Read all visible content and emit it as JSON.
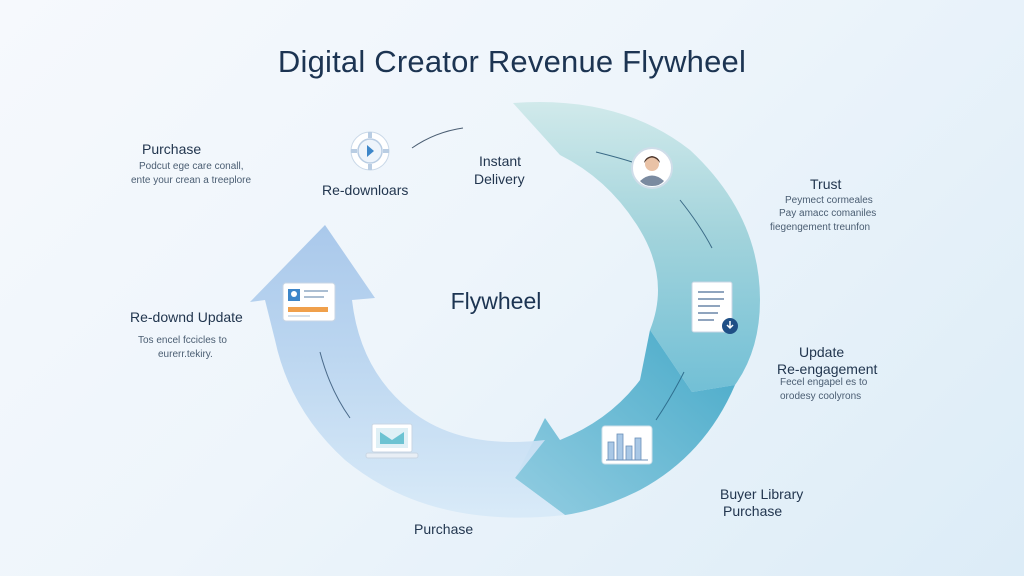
{
  "title": "Digital Creator Revenue Flywheel",
  "center_label": "Flywheel",
  "labels": {
    "purchase_top": "Purchase",
    "purchase_top_desc_1": "Podcut ege care conall,",
    "purchase_top_desc_2": "ente your crean a treeplore",
    "redownloads": "Re-downloars",
    "instant_delivery_1": "Instant",
    "instant_delivery_2": "Delivery",
    "trust": "Trust",
    "trust_desc_1": "Peymect cormeales",
    "trust_desc_2": "Pay amacc comaniles",
    "trust_desc_3": "fiegengement treunfon",
    "redownd_update": "Re-downd Update",
    "redownd_desc_1": "Tos encel fccicles to",
    "redownd_desc_2": "eurerr.tekiry.",
    "update_1": "Update",
    "update_2": "Re-engagement",
    "update_desc_1": "Fecel engapel es to",
    "update_desc_2": "orodesy coolyrons",
    "buyer_library_1": "Buyer Library",
    "buyer_library_2": "Purchase",
    "purchase_bottom": "Purchase"
  },
  "colors": {
    "teal_dark": "#4aaac9",
    "teal_light": "#a9dbe0",
    "blue_light": "#bcd6ef",
    "blue_pale": "#dce9f7",
    "accent_orange": "#f0a04b",
    "accent_blue": "#3d86c9"
  },
  "icons": [
    "gear-icon",
    "avatar-icon",
    "document-icon",
    "chart-icon",
    "laptop-icon",
    "screen-icon"
  ]
}
